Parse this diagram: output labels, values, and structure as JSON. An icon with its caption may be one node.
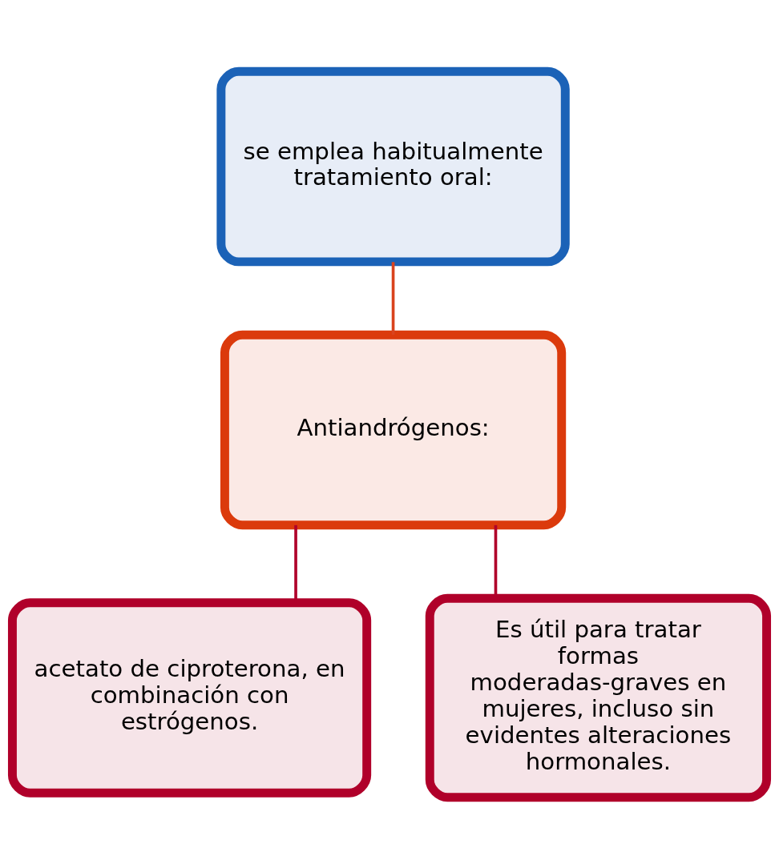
{
  "diagram": {
    "nodes": [
      {
        "text": [
          "se emplea habitualmente tratamiento oral:"
        ]
      },
      {
        "text": [
          "Antiandrógenos:"
        ]
      },
      {
        "text": [
          "acetato de ciproterona, en combinación con estrógenos."
        ]
      },
      {
        "text": [
          "Es útil para tratar formas moderadas-graves en mujeres, incluso sin evidentes alteraciones hormonales."
        ]
      }
    ],
    "edges": [
      {
        "from": 0,
        "to": 1,
        "arrow": "none",
        "color": "#d9431e"
      },
      {
        "from": 1,
        "to": 2,
        "arrow": "none"
      },
      {
        "from": 1,
        "to": 3,
        "arrow": "none"
      }
    ]
  }
}
